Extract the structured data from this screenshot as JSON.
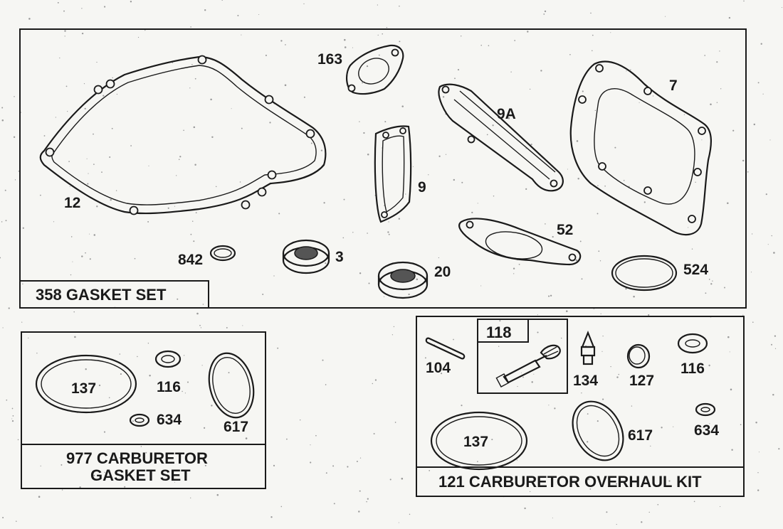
{
  "kits": {
    "gasket_set": {
      "title": "358 GASKET SET",
      "parts": {
        "p12": "12",
        "p163": "163",
        "p9a": "9A",
        "p7": "7",
        "p9": "9",
        "p52": "52",
        "p842": "842",
        "p3": "3",
        "p20": "20",
        "p524": "524"
      }
    },
    "carb_gasket_set": {
      "title_line1": "977 CARBURETOR",
      "title_line2": "GASKET SET",
      "parts": {
        "p137": "137",
        "p116": "116",
        "p634": "634",
        "p617": "617"
      }
    },
    "carb_overhaul_kit": {
      "title": "121 CARBURETOR OVERHAUL KIT",
      "subkit_label": "118",
      "parts": {
        "p104": "104",
        "p134": "134",
        "p127": "127",
        "p116": "116",
        "p137": "137",
        "p617": "617",
        "p634": "634"
      }
    }
  }
}
